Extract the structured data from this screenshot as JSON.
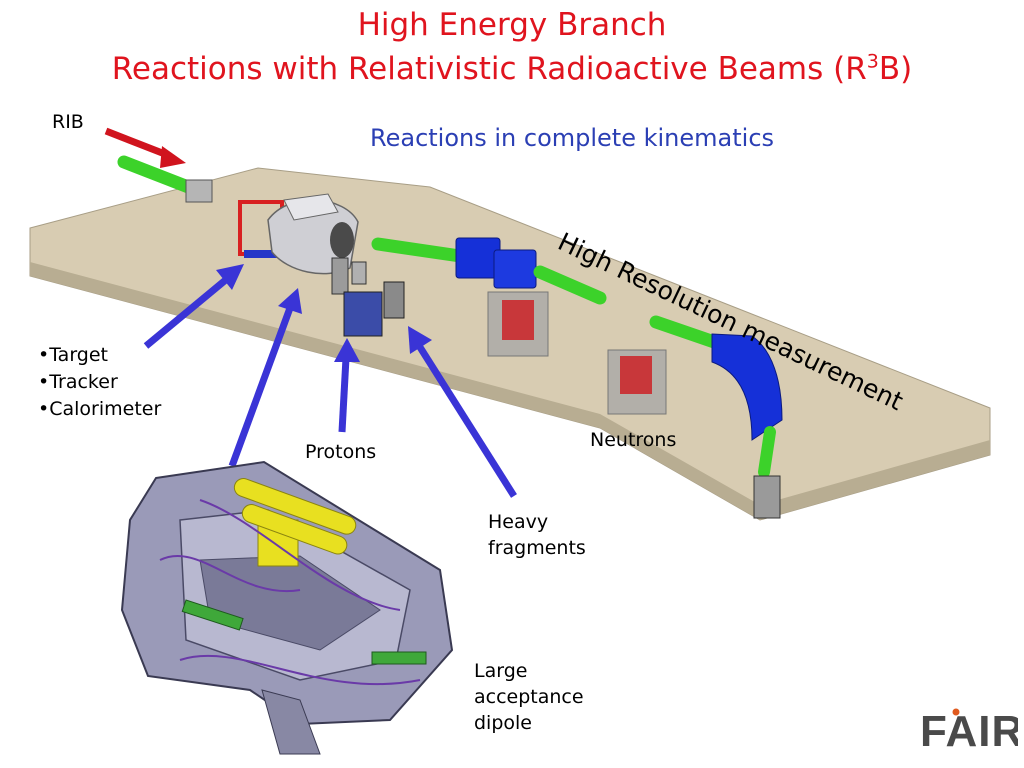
{
  "title": {
    "line1": "High Energy Branch",
    "line2_main": "Reactions with Relativistic Radioactive Beams (R",
    "line2_sup": "3",
    "line2_end": "B)"
  },
  "subtitle": "Reactions in complete kinematics",
  "diagonal_label": "High Resolution measurement",
  "labels": {
    "rib": "RIB",
    "detectors": [
      "Target",
      "Tracker",
      "Calorimeter"
    ],
    "protons": "Protons",
    "neutrons": "Neutrons",
    "heavy_line1": "Heavy",
    "heavy_line2": "fragments",
    "dipole_line1": "Large",
    "dipole_line2": "acceptance",
    "dipole_line3": "dipole"
  },
  "logo_text": "FAIR",
  "colors": {
    "title": "#e0141e",
    "subtitle": "#2b3fb4",
    "arrow": "#3a34d6",
    "rib_arrow": "#d0141e",
    "floor": "#d8ccb2",
    "beam_pipe": "#3cd22a",
    "magnet": "#1530d8",
    "detector_box": "#8e8e8e",
    "detector_core": "#c8373a",
    "dipole_body": "#9a9ab8",
    "coil": "#e8e020"
  }
}
